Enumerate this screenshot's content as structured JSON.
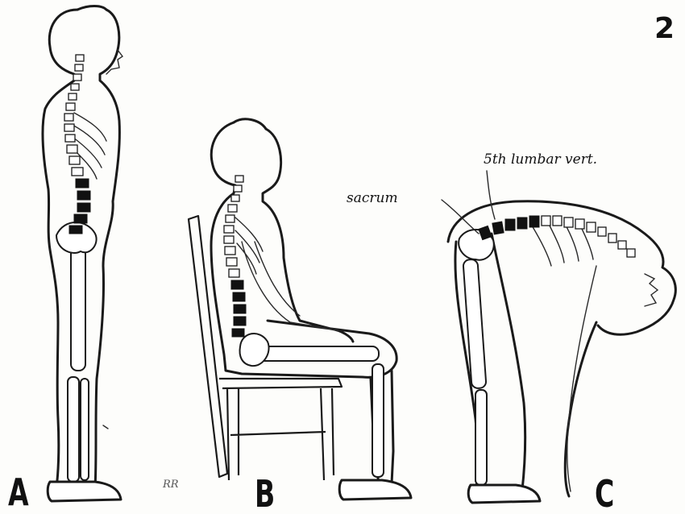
{
  "page_number": "2",
  "figures": [
    {
      "letter": "A",
      "pose": "standing"
    },
    {
      "letter": "B",
      "pose": "sitting"
    },
    {
      "letter": "C",
      "pose": "bending forward"
    }
  ],
  "annotations": {
    "sacrum": "sacrum",
    "fifth_lumbar": "5th lumbar vert."
  },
  "artist_initials": "RR",
  "colors": {
    "ink": "#1a1a1a",
    "paper": "#fdfdfb"
  }
}
